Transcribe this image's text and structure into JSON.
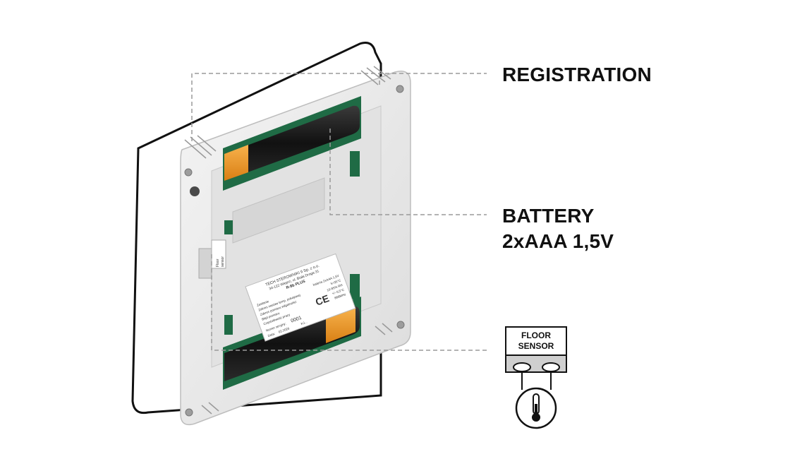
{
  "callouts": {
    "registration": "REGISTRATION",
    "battery_line1": "BATTERY",
    "battery_line2": "2xAAA 1,5V"
  },
  "floor_sensor": {
    "line1": "FLOOR",
    "line2": "SENSOR"
  },
  "device": {
    "side_tag_line1": "Floor",
    "side_tag_line2": "sensor",
    "rating_label": {
      "company": "TECH STEROWNIKI II Sp. z o.o.",
      "address": "34-122 Wieprz, ul. Biała Droga 31",
      "model": "R-8b PLUS",
      "battery": "bateria 2xAAA 1,5V",
      "fields": [
        "Zasilanie",
        "Zakres nastaw temp. pokojowej",
        "Zakres pomiaru wilgotności",
        "Błąd pomiaru",
        "Częstotliwość pracy"
      ],
      "values": [
        "5÷35°C",
        "10-95% RH",
        "+/- 0,5°C",
        "868MHz"
      ],
      "serial_label": "Numer seryjny:",
      "serial": "0001",
      "date_label": "Data:",
      "date": "02.2026",
      "inspector": "KJ...",
      "ce": "CE"
    }
  },
  "colors": {
    "leader_line": "#9a9a9a",
    "body": "#e9e9e9",
    "body_shadow": "#cfcfcf",
    "battery_black": "#1c1c1c",
    "battery_orange": "#f09a2a",
    "pcb_green": "#1f6b45"
  }
}
